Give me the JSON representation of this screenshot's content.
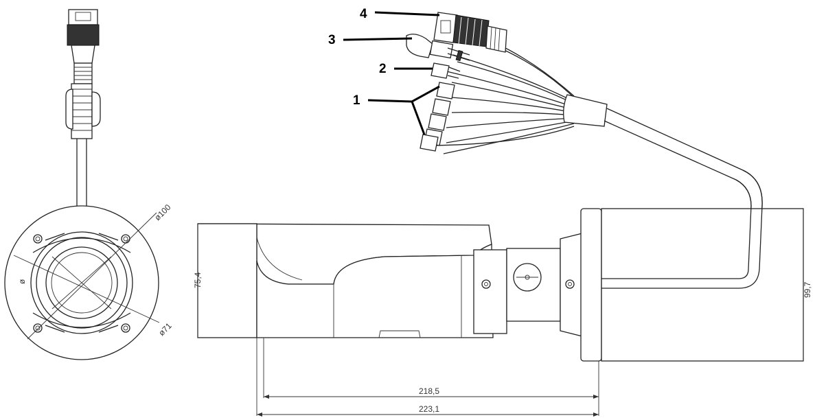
{
  "callouts": {
    "c1": "1",
    "c2": "2",
    "c3": "3",
    "c4": "4"
  },
  "dimensions": {
    "diameter_outer": "ø100",
    "diameter_inner": "ø71",
    "phi_mark": "ø",
    "height_front": "75,4",
    "height_rear": "99,7",
    "length_inner": "218,5",
    "length_total": "223,1"
  }
}
